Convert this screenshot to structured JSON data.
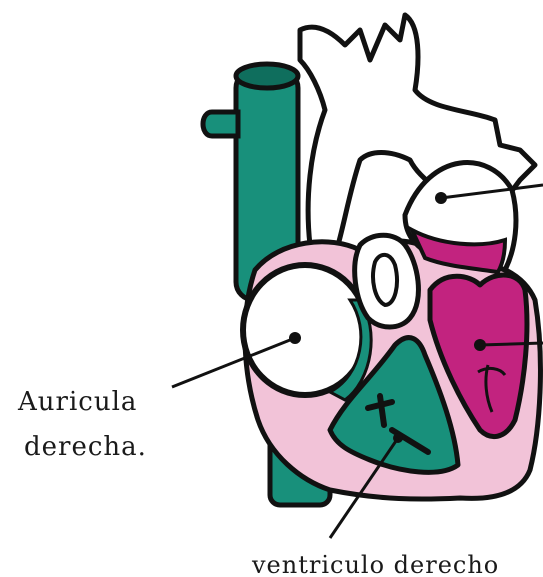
{
  "labels": {
    "right_atrium_line1": "Auricula",
    "right_atrium_line2": "derecha.",
    "right_ventricle": "ventriculo derecho"
  },
  "colors": {
    "teal": "#18907b",
    "teal_dark": "#0f6e5d",
    "pink": "#f2c3d8",
    "magenta": "#c2237f",
    "outline": "#111111",
    "paper": "#ffffff"
  }
}
